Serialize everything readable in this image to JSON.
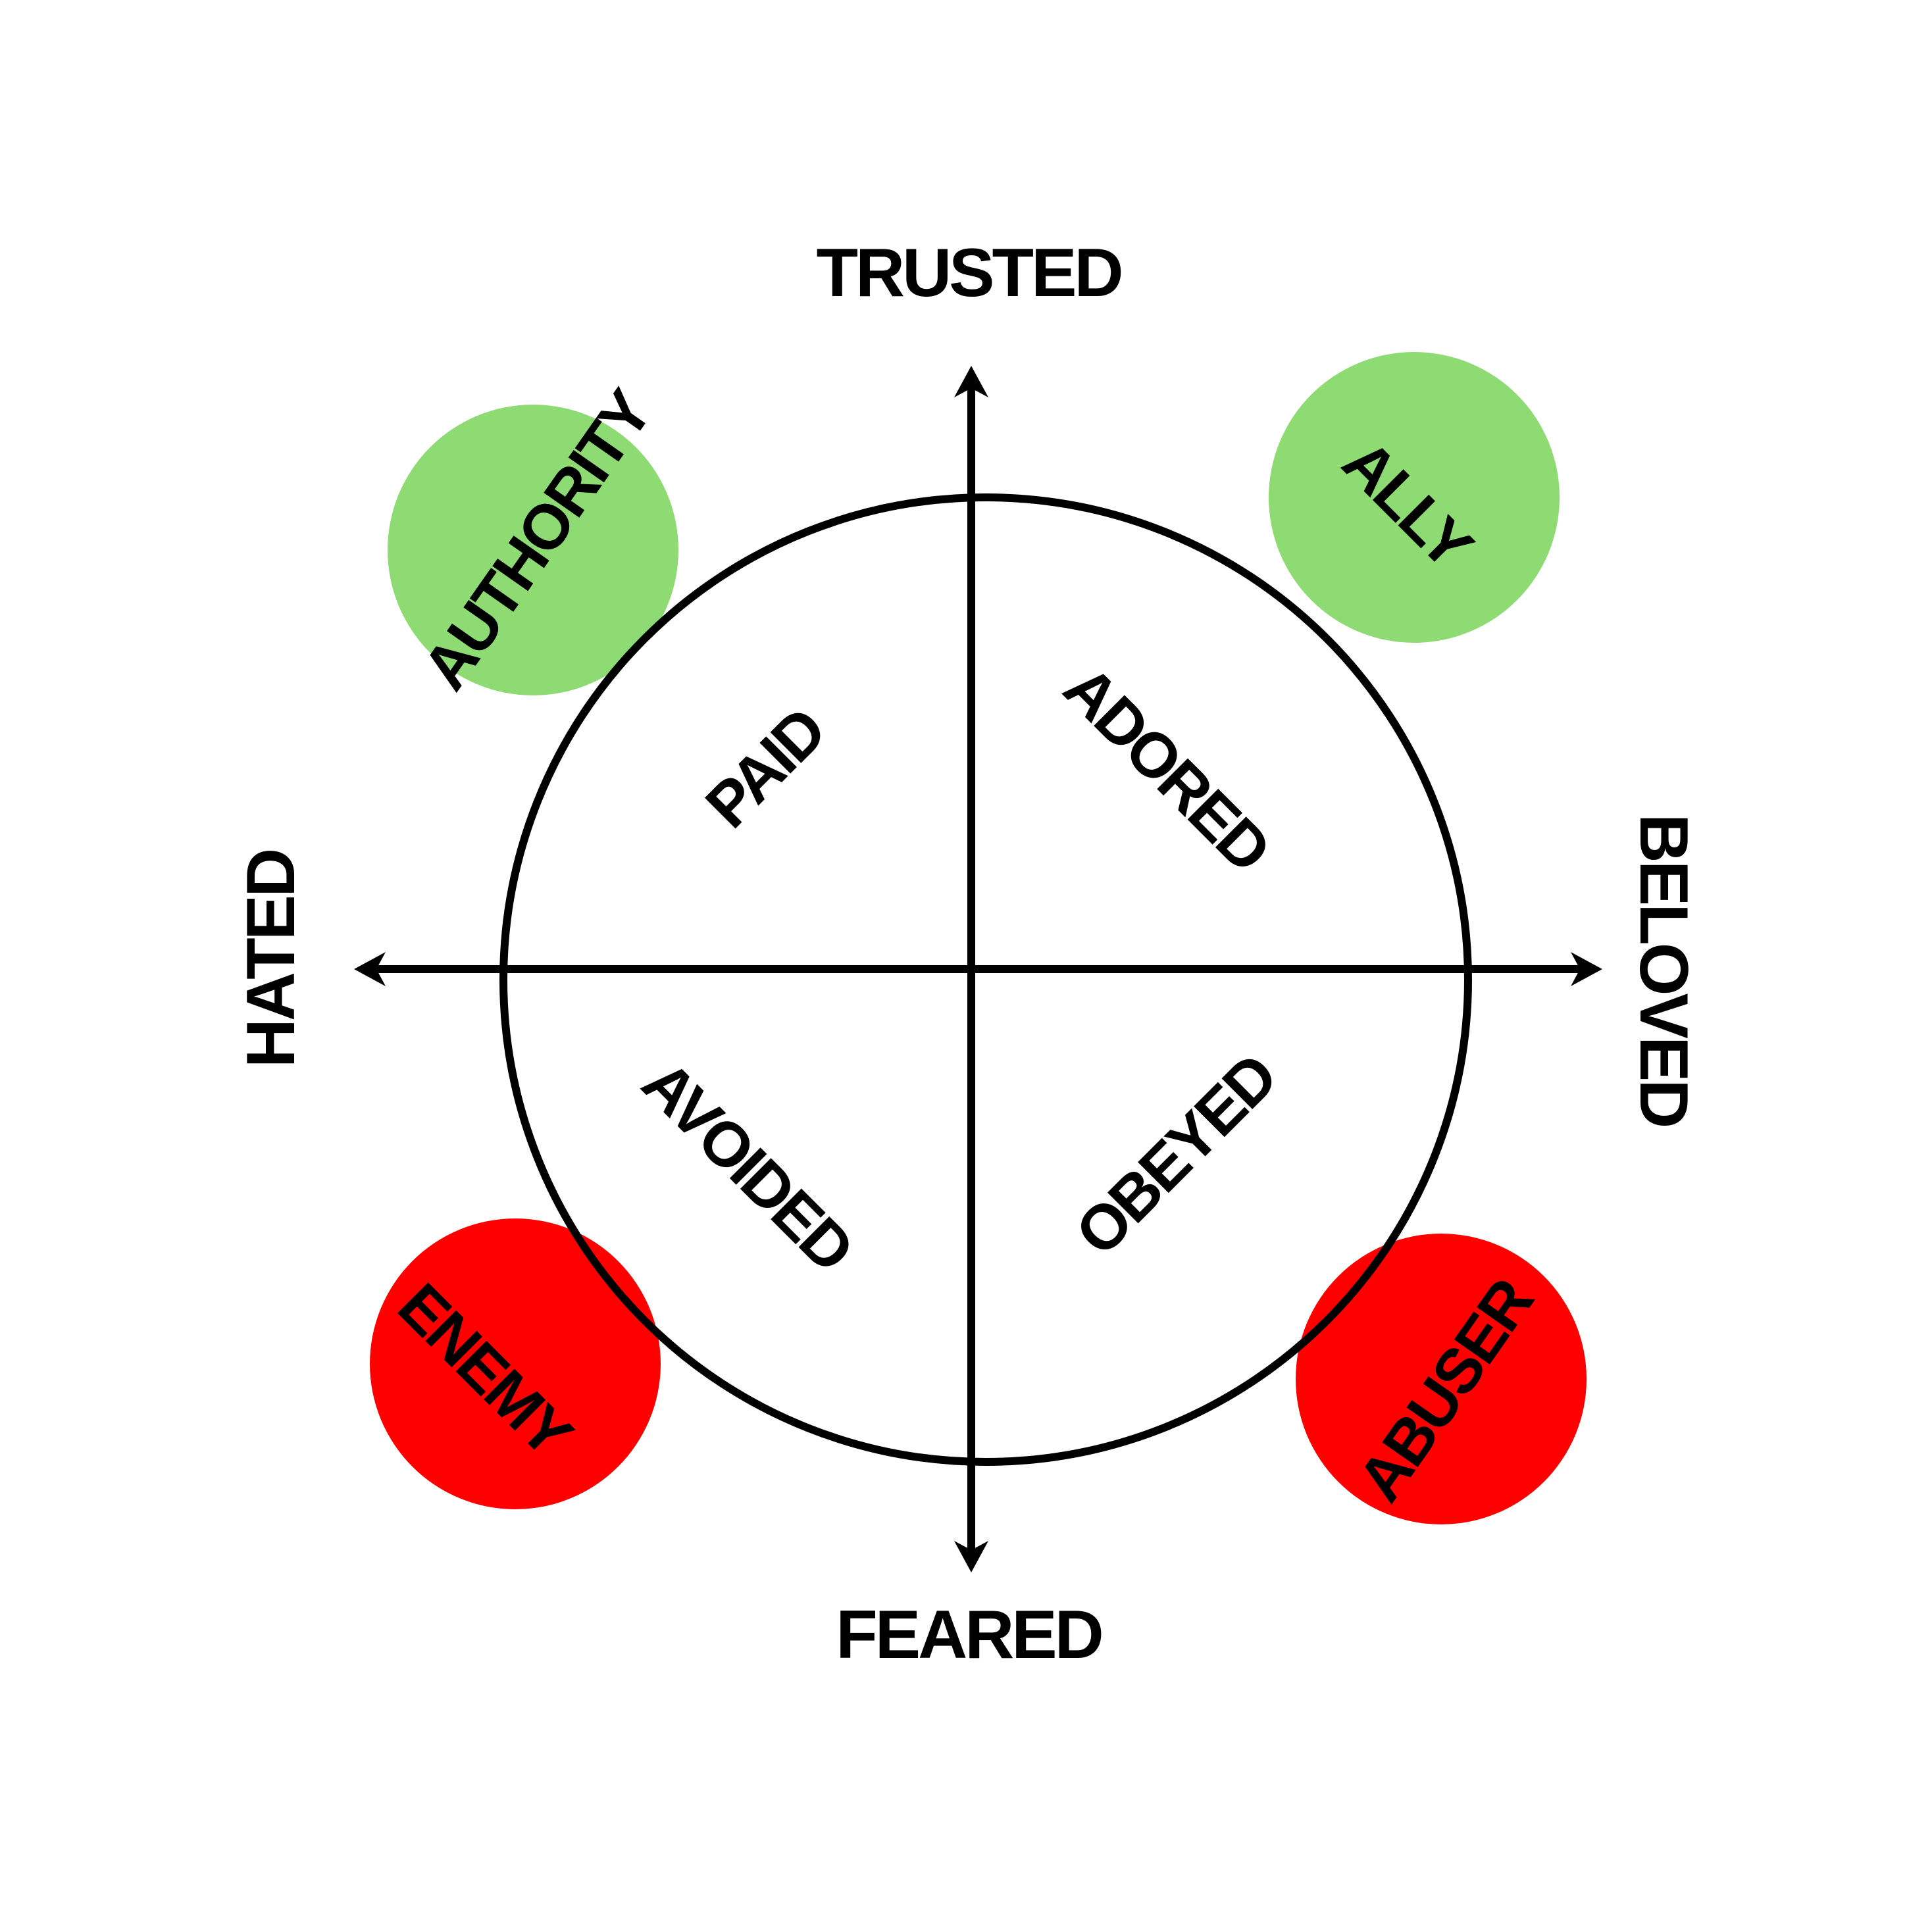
{
  "colors": {
    "ink": "#000000",
    "positive": "#8fdb73",
    "negative": "#ff0000",
    "background": "#ffffff"
  },
  "axes": {
    "top": "TRUSTED",
    "bottom": "FEARED",
    "left": "HATED",
    "right": "BELOVED"
  },
  "quadrants": {
    "upper_left": "PAID",
    "upper_right": "ADORED",
    "lower_left": "AVOIDED",
    "lower_right": "OBEYED"
  },
  "bubbles": {
    "upper_left": {
      "label": "AUTHORITY",
      "tone": "positive"
    },
    "upper_right": {
      "label": "ALLY",
      "tone": "positive"
    },
    "lower_left": {
      "label": "ENEMY",
      "tone": "negative"
    },
    "lower_right": {
      "label": "ABUSER",
      "tone": "negative"
    }
  }
}
